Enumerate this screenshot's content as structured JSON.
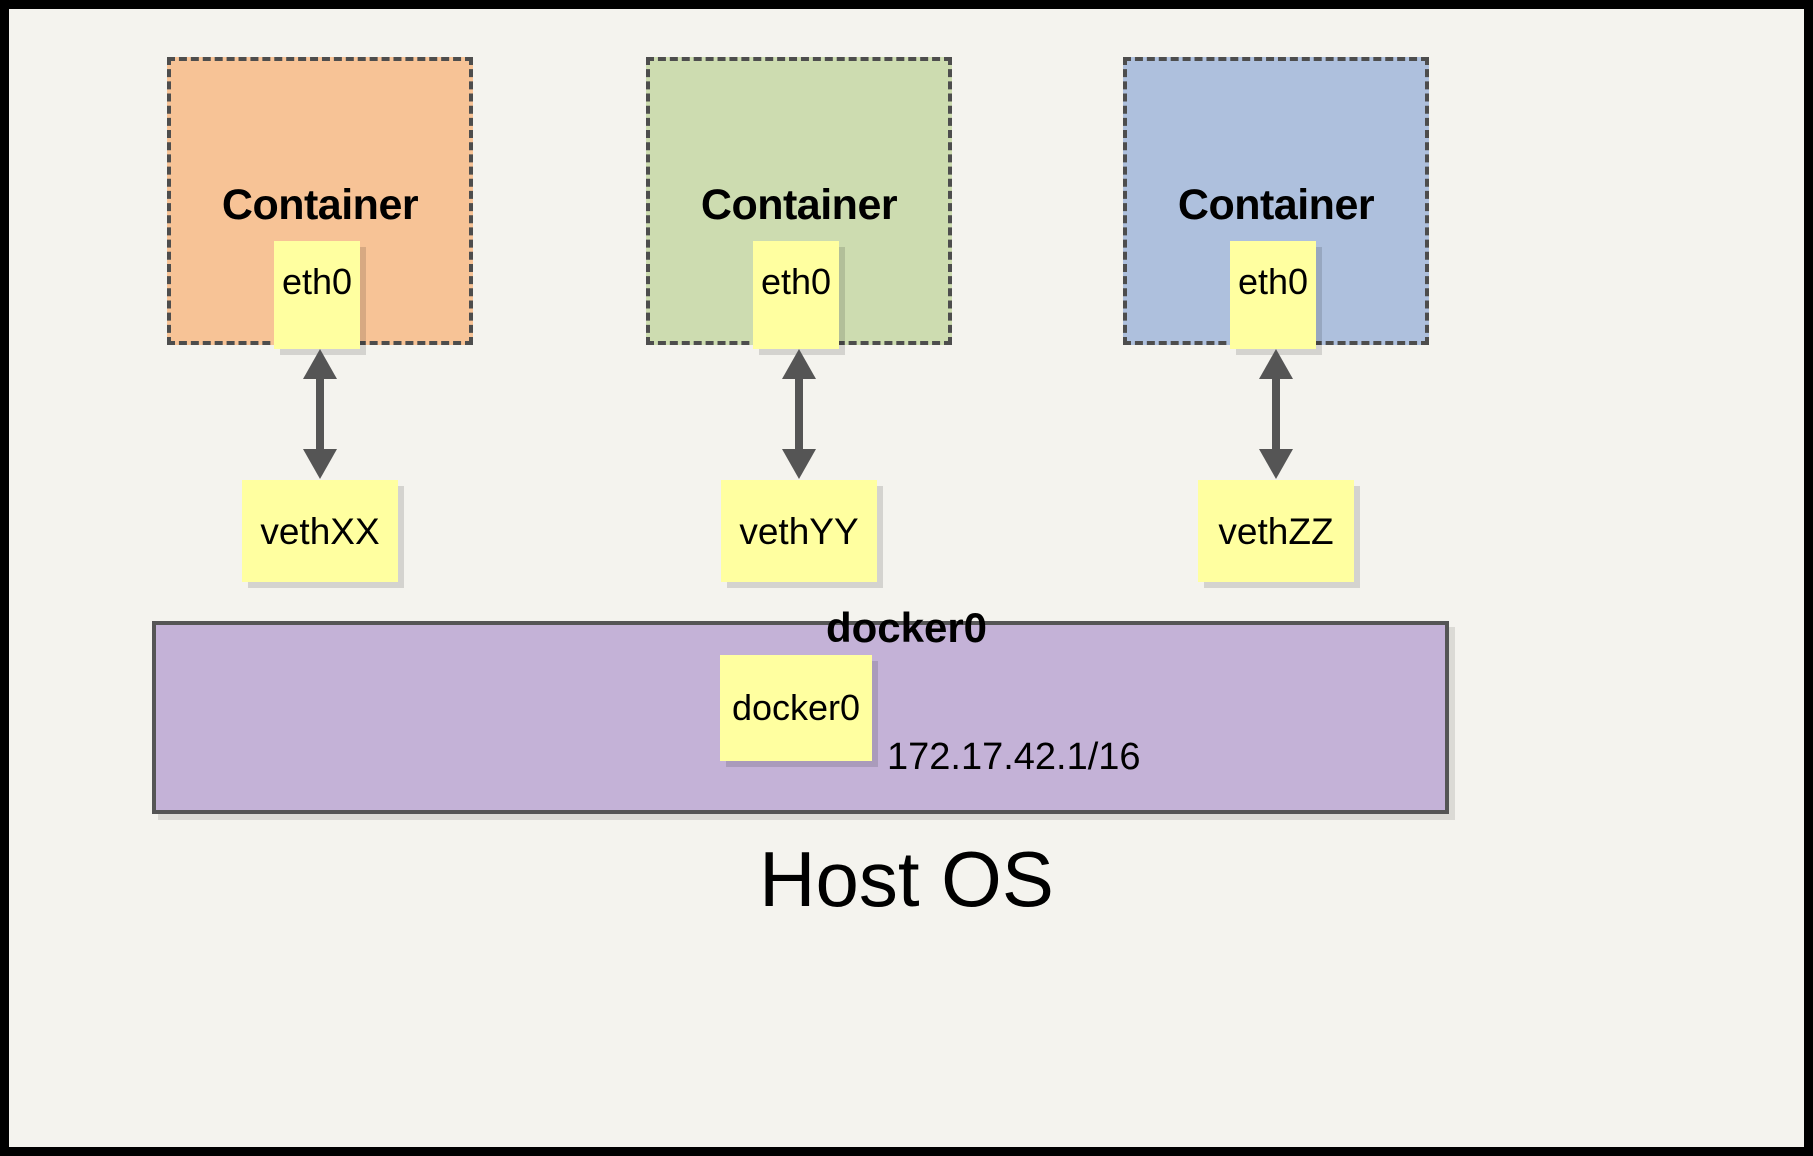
{
  "diagram": {
    "title_text": "Host OS",
    "background_color": "#F4F3EE",
    "border_color": "#000000"
  },
  "containers": [
    {
      "label": "Container",
      "fill_color": "#F7C396",
      "interface": {
        "label": "eth0"
      },
      "veth": {
        "label": "vethXX"
      }
    },
    {
      "label": "Container",
      "fill_color": "#CDDCB0",
      "interface": {
        "label": "eth0"
      },
      "veth": {
        "label": "vethYY"
      }
    },
    {
      "label": "Container",
      "fill_color": "#AEC0DD",
      "interface": {
        "label": "eth0"
      },
      "veth": {
        "label": "vethZZ"
      }
    }
  ],
  "bridge": {
    "label": "docker0",
    "interface_label": "docker0",
    "ip_address": "172.17.42.1/16",
    "fill_color": "#C4B2D7"
  }
}
